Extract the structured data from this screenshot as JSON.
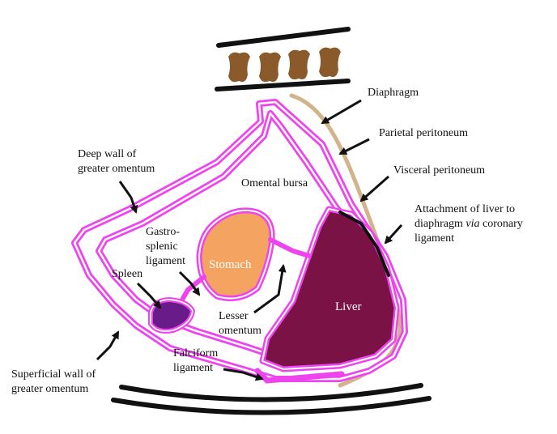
{
  "labels": {
    "diaphragm": "Diaphragm",
    "parietal_peritoneum": "Parietal peritoneum",
    "visceral_peritoneum": "Visceral peritoneum",
    "attachment_line1": "Attachment of liver to",
    "attachment_line2_pre": "diaphragm ",
    "attachment_line2_via": "via",
    "attachment_line2_post": " coronary",
    "attachment_line3": "ligament",
    "deep_wall_line1": "Deep wall of",
    "deep_wall_line2": "greater omentum",
    "omental_bursa": "Omental bursa",
    "gastrosplenic_line1": "Gastro-",
    "gastrosplenic_line2": "splenic",
    "gastrosplenic_line3": "ligament",
    "spleen": "Spleen",
    "stomach": "Stomach",
    "liver": "Liver",
    "lesser_omentum_line1": "Lesser",
    "lesser_omentum_line2": "omentum",
    "falciform_line1": "Falciform",
    "falciform_line2": "ligament",
    "superficial_line1": "Superficial wall of",
    "superficial_line2": "greater omentum"
  },
  "colors": {
    "peritoneum": "#ee44ee",
    "diaphragm": "#d2b48c",
    "vertebra": "#8b5a2b",
    "stomach": "#f4a460",
    "spleen": "#6a1b8a",
    "liver": "#7a1246",
    "outline": "#111111"
  }
}
